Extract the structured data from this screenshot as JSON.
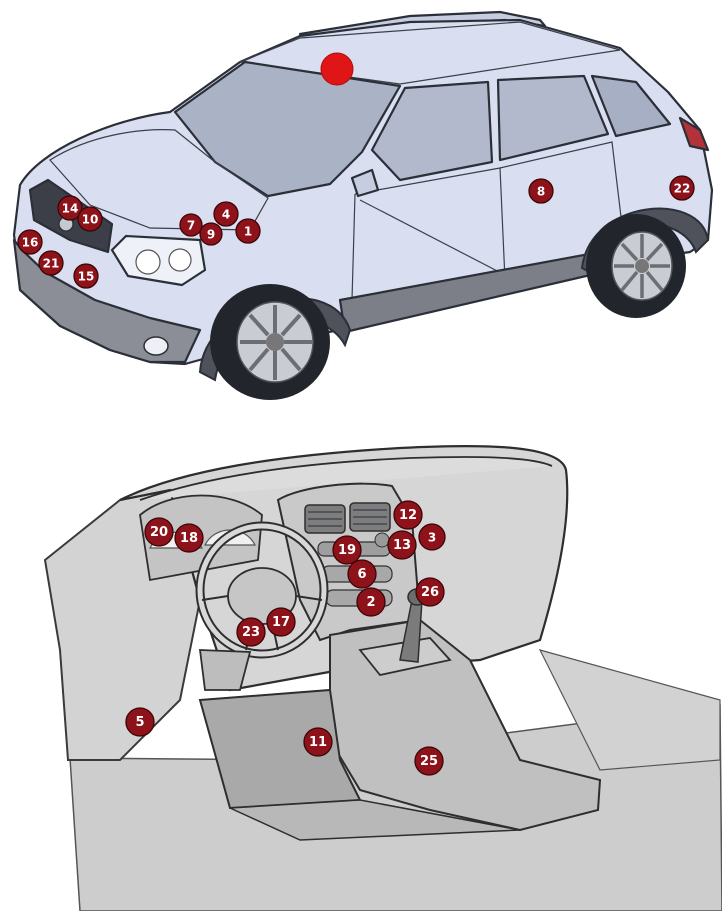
{
  "colors": {
    "marker_fill": "#8e1219",
    "marker_highlight": "#e01515",
    "car_body": "#d9dff0",
    "dash_body": "#d6d6d6"
  },
  "car_view": {
    "highlight_dot": {
      "label": ""
    },
    "markers": [
      {
        "id": "m-car-14",
        "label": "14"
      },
      {
        "id": "m-car-10",
        "label": "10"
      },
      {
        "id": "m-car-16",
        "label": "16"
      },
      {
        "id": "m-car-21",
        "label": "21"
      },
      {
        "id": "m-car-15",
        "label": "15"
      },
      {
        "id": "m-car-7",
        "label": "7"
      },
      {
        "id": "m-car-4",
        "label": "4"
      },
      {
        "id": "m-car-9",
        "label": "9"
      },
      {
        "id": "m-car-1",
        "label": "1"
      },
      {
        "id": "m-car-8",
        "label": "8"
      },
      {
        "id": "m-car-22",
        "label": "22"
      }
    ]
  },
  "dashboard_view": {
    "markers": [
      {
        "id": "m-dash-20",
        "label": "20"
      },
      {
        "id": "m-dash-18",
        "label": "18"
      },
      {
        "id": "m-dash-12",
        "label": "12"
      },
      {
        "id": "m-dash-3",
        "label": "3"
      },
      {
        "id": "m-dash-19",
        "label": "19"
      },
      {
        "id": "m-dash-13",
        "label": "13"
      },
      {
        "id": "m-dash-6",
        "label": "6"
      },
      {
        "id": "m-dash-26",
        "label": "26"
      },
      {
        "id": "m-dash-2",
        "label": "2"
      },
      {
        "id": "m-dash-23",
        "label": "23"
      },
      {
        "id": "m-dash-17",
        "label": "17"
      },
      {
        "id": "m-dash-5",
        "label": "5"
      },
      {
        "id": "m-dash-11",
        "label": "11"
      },
      {
        "id": "m-dash-25",
        "label": "25"
      }
    ]
  }
}
